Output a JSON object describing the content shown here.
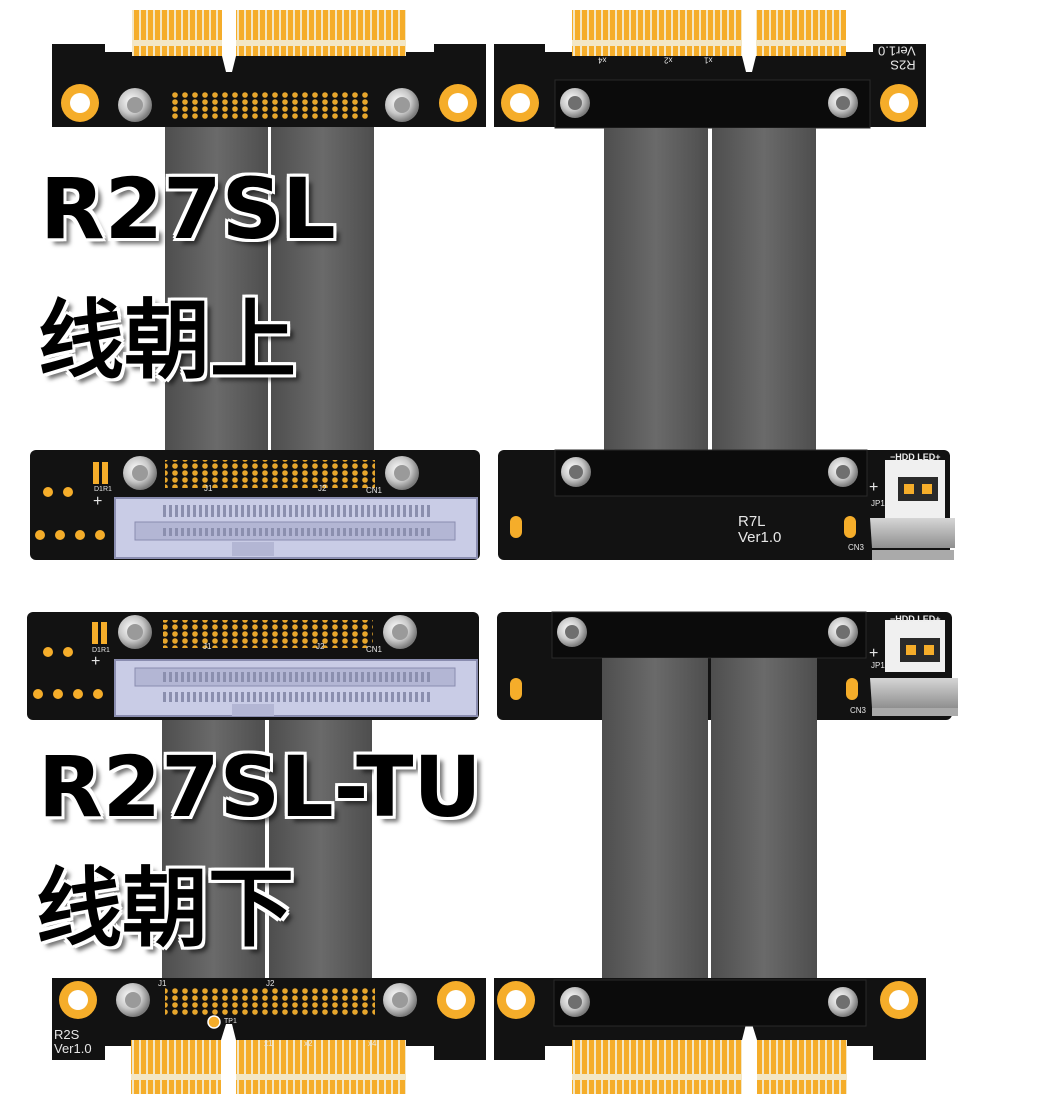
{
  "titles": {
    "top_model": "R27SL",
    "top_desc": "线朝上",
    "bottom_model": "R27SL-TU",
    "bottom_desc": "线朝下"
  },
  "board_text": {
    "r2s_mirrored": "R2S\nVer1.0",
    "r2s_bottom": "R2S\nVer1.0",
    "r7l": "R7L\nVer1.0",
    "lane_x1": "x1",
    "lane_x2": "x2",
    "lane_x4": "x4",
    "j1": "J1",
    "j2": "J2",
    "cn1": "CN1",
    "cn3": "CN3",
    "jp1": "JP1",
    "d1r1": "D1R1",
    "tp1": "TP1",
    "hdd_led": "−HDD LED+",
    "plus": "+"
  },
  "colors": {
    "pcb": "#121212",
    "gold": "#f5ad2a",
    "ribbon": "#5e5e5e",
    "connector": "#c9cce6"
  }
}
